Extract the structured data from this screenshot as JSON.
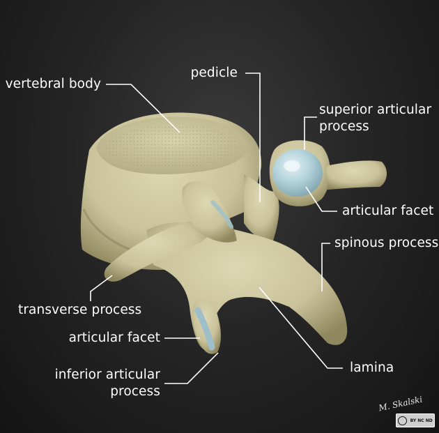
{
  "labels": {
    "vertebral_body": "vertebral body",
    "pedicle": "pedicle",
    "superior_articular_process_line1": "superior articular",
    "superior_articular_process_line2": "process",
    "articular_facet_superior": "articular facet",
    "spinous_process": "spinous process",
    "transverse_process": "transverse process",
    "articular_facet_inferior": "articular facet",
    "inferior_articular_process_line1": "inferior articular",
    "inferior_articular_process_line2": "process",
    "lamina": "lamina"
  },
  "signature": "M. Skalski",
  "license_badge": "BY NC ND",
  "colors": {
    "bone": "#cfc8a2",
    "bone_shadow": "#8e8760",
    "cartilage": "#b6d4dc",
    "leader_line": "#ffffff"
  }
}
